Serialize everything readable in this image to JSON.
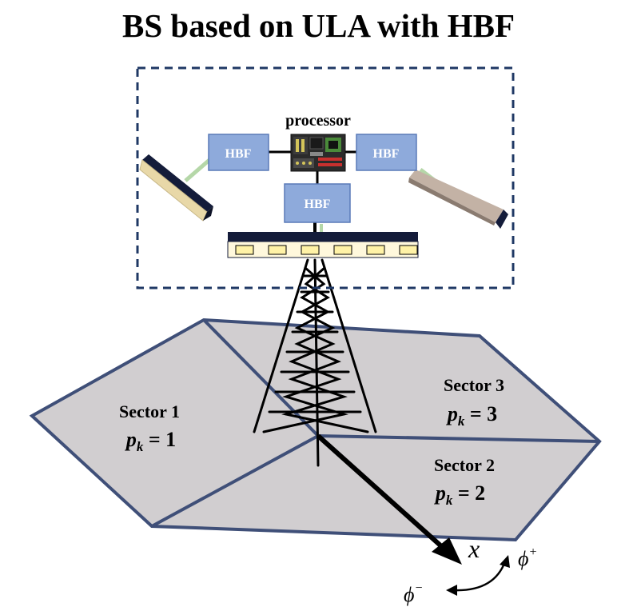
{
  "title": "BS based on ULA with HBF",
  "processor_label": "processor",
  "hbf_blocks": [
    {
      "label": "HBF"
    },
    {
      "label": "HBF"
    },
    {
      "label": "HBF"
    }
  ],
  "sectors": [
    {
      "name": "Sector 1",
      "p_symbol": "p",
      "p_sub": "k",
      "p_eq": " = 1"
    },
    {
      "name": "Sector 2",
      "p_symbol": "p",
      "p_sub": "k",
      "p_eq": " = 2"
    },
    {
      "name": "Sector 3",
      "p_symbol": "p",
      "p_sub": "k",
      "p_eq": " = 3"
    }
  ],
  "axis_label": "x",
  "phi_minus": {
    "base": "ϕ",
    "sup": "−"
  },
  "phi_plus": {
    "base": "ϕ",
    "sup": "+"
  },
  "colors": {
    "hbf_fill": "#8eaadb",
    "hbf_stroke": "#5a7ab8",
    "dash_box": "#1f3864",
    "plane_fill": "#d1ced0",
    "plane_edge": "#3f4f78",
    "array_bar": "#141c3a",
    "element_fill": "#fff2a6",
    "tower": "#000000"
  }
}
